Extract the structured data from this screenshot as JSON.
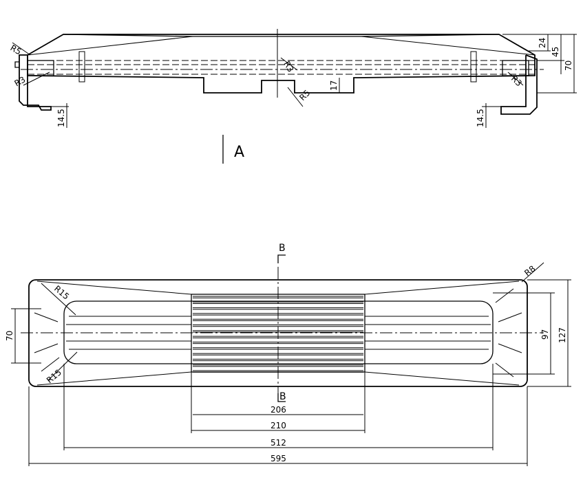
{
  "side_view": {
    "radius_labels": {
      "top_left": "R5",
      "left_lower": "R3",
      "center_upper": "R3",
      "center_lower": "R5",
      "right": "R3"
    },
    "dims": {
      "d24": "24",
      "d45": "45",
      "d70": "70",
      "d17": "17",
      "d14_5_left": "14.5",
      "d14_5_right": "14.5"
    },
    "view_label": "A"
  },
  "top_view": {
    "section_label_top": "B",
    "section_label_bottom": "B",
    "radius_labels": {
      "r8": "R8",
      "r15_top": "R15",
      "r15_bottom": "R15"
    },
    "dims": {
      "d70": "70",
      "d97": "97",
      "d127": "127",
      "d206": "206",
      "d210": "210",
      "d512": "512",
      "d595": "595"
    }
  }
}
